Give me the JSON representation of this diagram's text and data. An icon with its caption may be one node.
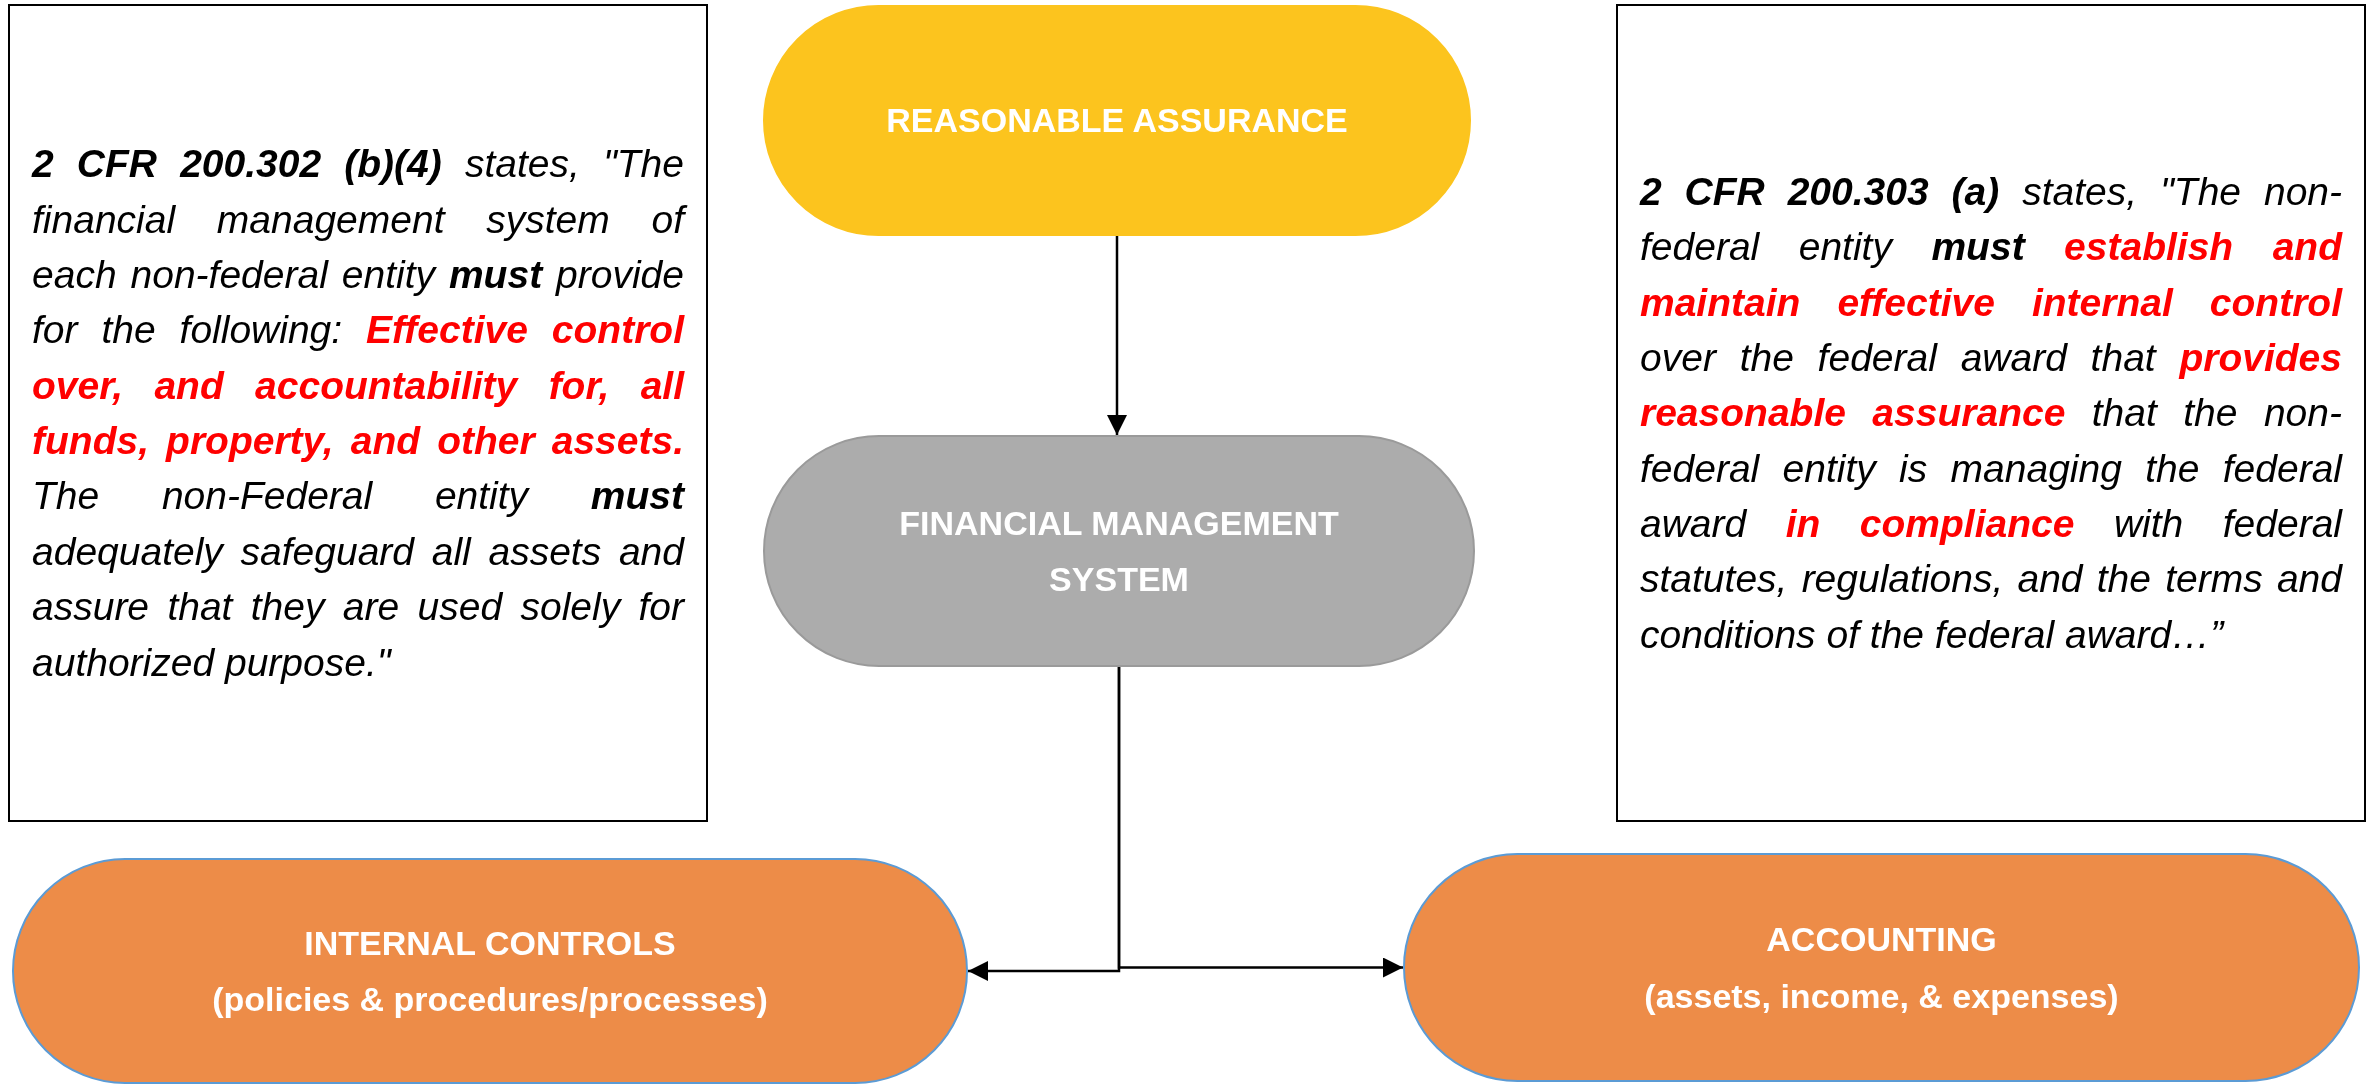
{
  "diagram": {
    "nodes": [
      {
        "text": [
          "**2 CFR 200.302 (b)(4)** states, \"The financial management system of each non-federal entity **must** provide for the following: *Effective control over, and accountability for, all funds, property, and other assets.* The non-Federal entity **must** adequately safeguard all assets and assure that they are used solely for authorized purpose.\""
        ]
      },
      {
        "text": [
          "REASONABLE ASSURANCE"
        ]
      },
      {
        "text": [
          "**2 CFR 200.303 (a)** states, \"The non-federal entity **must** *establish and maintain effective internal control* over the federal award that *provides reasonable assurance* that the non-federal entity is managing the federal award *in compliance* with federal statutes, regulations, and the terms and conditions of the federal award…”"
        ]
      },
      {
        "text": [
          "FINANCIAL MANAGEMENT SYSTEM"
        ]
      },
      {
        "text": [
          "INTERNAL CONTROLS",
          "(policies & procedures/processes)"
        ]
      },
      {
        "text": [
          "ACCOUNTING",
          "(assets, income, & expenses)"
        ]
      }
    ],
    "edges": [
      {
        "from": 1,
        "to": 3,
        "arrow": "to"
      },
      {
        "from": 3,
        "to": 4,
        "arrow": "to"
      },
      {
        "from": 3,
        "to": 5,
        "arrow": "to"
      }
    ]
  }
}
